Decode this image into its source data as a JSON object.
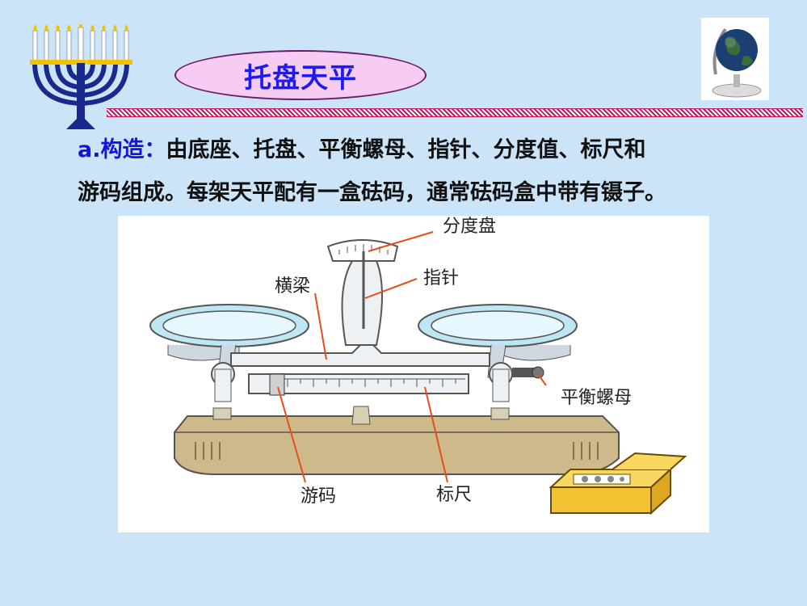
{
  "title": "托盘天平",
  "paragraph": {
    "lead": "a.构造：",
    "line1_rest": "由底座、托盘、平衡螺母、指针、分度值、标尺和",
    "line2": "游码组成。每架天平配有一盒砝码，通常砝码盒中带有镊子。"
  },
  "figure_labels": {
    "dial": "分度盘",
    "pointer": "指针",
    "beam": "横梁",
    "nut": "平衡螺母",
    "rider": "游码",
    "scale": "标尺"
  },
  "colors": {
    "background": "#cce4f8",
    "title_text": "#1b1bf2",
    "title_fill": "#f6ccf3",
    "rule": "#c1185a",
    "lead_text": "#1414e0",
    "callout_line": "#e84c1c"
  },
  "icons": [
    "menorah-icon",
    "globe-icon",
    "weight-box-icon"
  ]
}
